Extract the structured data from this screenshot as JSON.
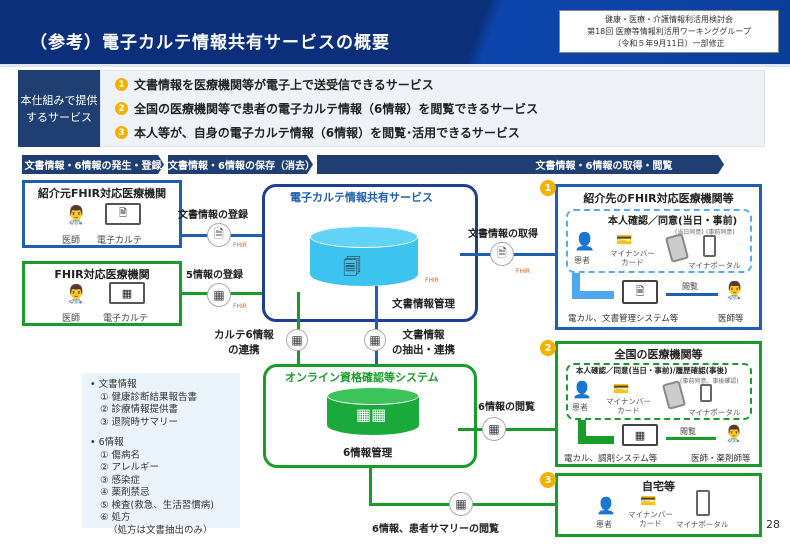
{
  "header": {
    "title": "（参考）電子カルテ情報共有サービスの概要",
    "note_line1": "健康・医療・介護情報利活用検討会",
    "note_line2": "第18回 医療等情報利活用ワーキンググループ",
    "note_line3": "（令和５年9月11日）一部修正"
  },
  "services": {
    "label": "本仕組みで提供するサービス",
    "items": [
      {
        "num": "1",
        "text": "文書情報を医療機関等が電子上で送受信できるサービス"
      },
      {
        "num": "2",
        "text": "全国の医療機関等で患者の電子カルテ情報（6情報）を閲覧できるサービス"
      },
      {
        "num": "3",
        "text": "本人等が、自身の電子カルテ情報（6情報）を閲覧･活用できるサービス"
      }
    ]
  },
  "phases": [
    "文書情報・6情報の発生・登録",
    "文書情報・6情報の保存（消去）",
    "文書情報・6情報の取得・閲覧"
  ],
  "left": {
    "referrer": {
      "title": "紹介元FHIR対応医療機関",
      "doctor": "医師",
      "ehr": "電子カルテ"
    },
    "fhir": {
      "title": "FHIR対応医療機関",
      "doctor": "医師",
      "ehr": "電子カルテ"
    },
    "doc_register": "文書情報の登録",
    "info5_register": "5情報の登録",
    "fhir_tag": "FHIR"
  },
  "center": {
    "share_service_title": "電子カルテ情報共有サービス",
    "doc_mgmt": "文書情報管理",
    "karte_link_line1": "カルテ6情報",
    "karte_link_line2": "の連携",
    "extract_line1": "文書情報",
    "extract_line2": "の抽出・連携",
    "online_title": "オンライン資格確認等システム",
    "info6_mgmt": "6情報管理",
    "doc_get": "文書情報の取得",
    "info6_view": "6情報の閲覧",
    "summary_view": "6情報、患者サマリーの閲覧"
  },
  "list": {
    "doc_header": "文書情報",
    "doc_items": [
      "① 健康診断結果報告書",
      "② 診療情報提供書",
      "③ 退院時サマリー"
    ],
    "info6_header": "6情報",
    "info6_items": [
      "① 傷病名",
      "② アレルギー",
      "③ 感染症",
      "④ 薬剤禁忌",
      "⑤ 検査(救急、生活習慣病)",
      "⑥ 処方",
      "（処方は文書抽出のみ）"
    ]
  },
  "right": {
    "s1": {
      "num": "1",
      "title": "紹介先のFHIR対応医療機関等",
      "consent": "本人確認／同意(当日・事前)",
      "sub_same_day": "(当日同意)",
      "sub_prior": "(事前同意)",
      "patient": "患者",
      "card_line1": "マイナンバー",
      "card_line2": "カード",
      "portal": "マイナポータル",
      "view": "閲覧",
      "system": "電カル、文書管理システム等",
      "staff": "医師等"
    },
    "s2": {
      "num": "2",
      "title": "全国の医療機関等",
      "consent": "本人確認／同意(当日・事前)/履歴確認(事後)",
      "sub": "(事前同意、事後確認)",
      "patient": "患者",
      "card_line1": "マイナンバー",
      "card_line2": "カード",
      "portal": "マイナポータル",
      "view": "閲覧",
      "system": "電カル、調剤システム等",
      "staff": "医師・薬剤師等"
    },
    "s3": {
      "num": "3",
      "title": "自宅等",
      "patient": "患者",
      "card_line1": "マイナンバー",
      "card_line2": "カード",
      "portal": "マイナポータル"
    }
  },
  "page_number": "28",
  "colors": {
    "navy": "#1f3f73",
    "blue": "#1f5fb0",
    "green": "#1a9c2a",
    "badge": "#f3b000",
    "cyan_db": "#3cc3f0",
    "green_db": "#1aaa3c"
  }
}
